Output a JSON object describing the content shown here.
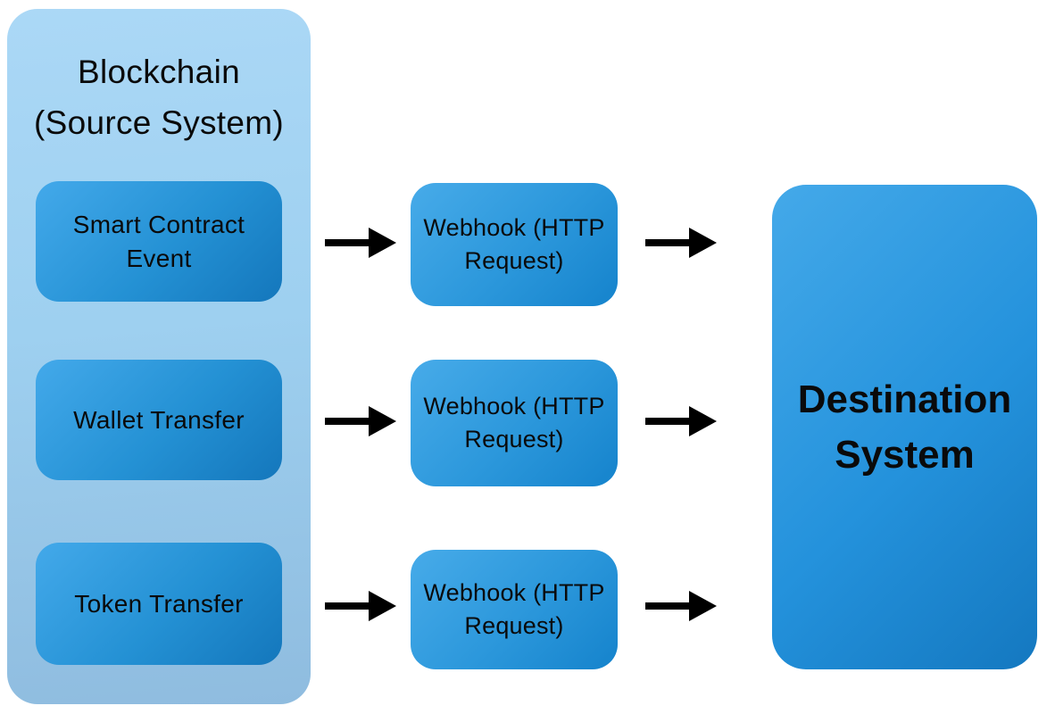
{
  "source": {
    "title_line1": "Blockchain",
    "title_line2": "(Source System)",
    "events": [
      "Smart Contract Event",
      "Wallet Transfer",
      "Token Transfer"
    ]
  },
  "webhooks": [
    "Webhook (HTTP Request)",
    "Webhook (HTTP Request)",
    "Webhook (HTTP Request)"
  ],
  "destination": {
    "label": "Destination System"
  },
  "colors": {
    "background": "#ffffff",
    "source_container_top": "#abd8f6",
    "source_container_bottom": "#8fbcdf",
    "box_gradient_light": "#45aae9",
    "box_gradient_dark": "#1478c0",
    "arrow": "#000000",
    "text": "#000000"
  }
}
